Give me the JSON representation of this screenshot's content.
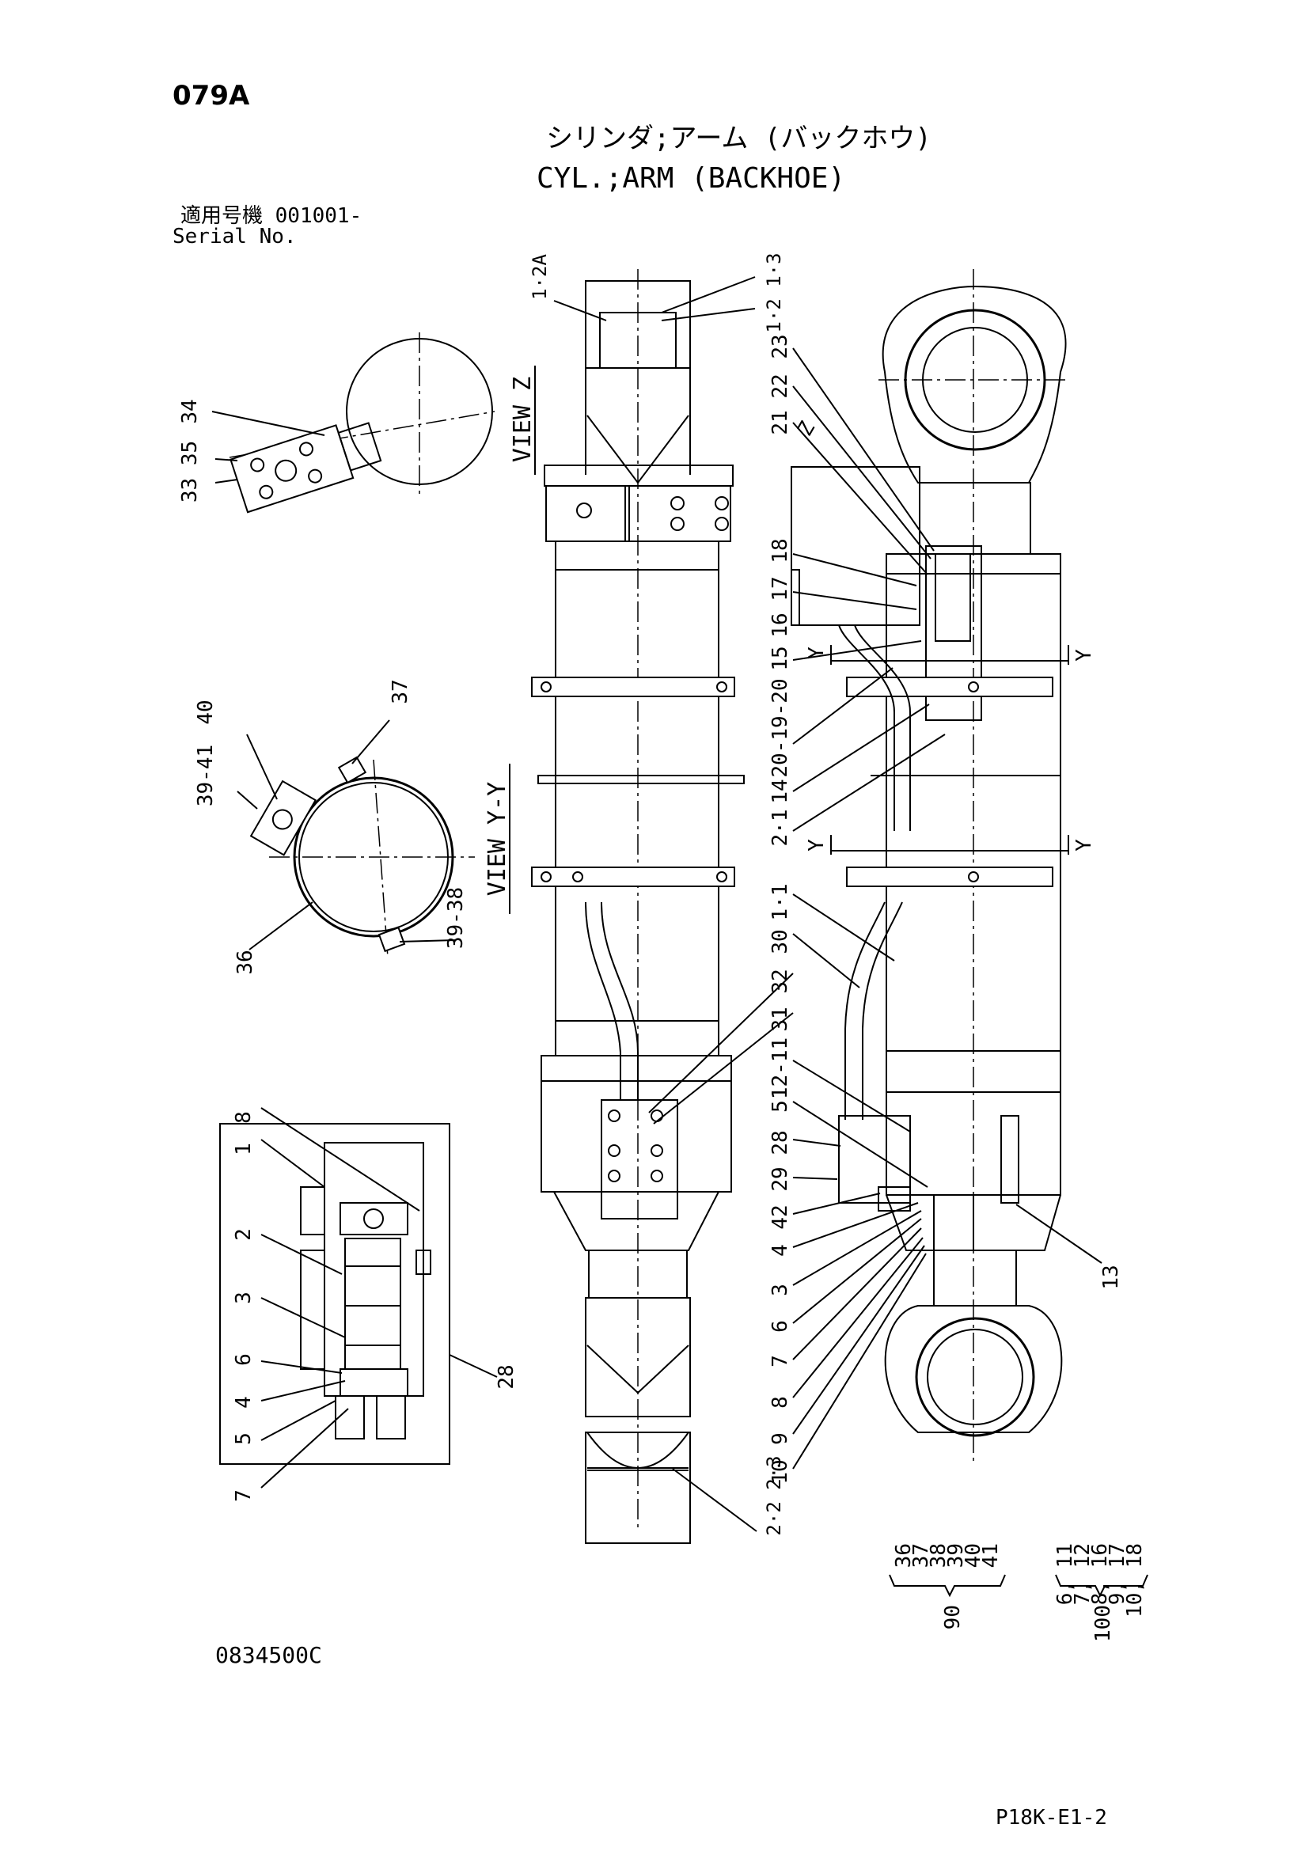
{
  "header": {
    "page_code": "079A",
    "title_jp": "シリンダ;アーム (バックホウ)",
    "title_en": "CYL.;ARM (BACKHOE)",
    "serial_label_jp": "適用号機 001001-",
    "serial_label_en": "Serial No."
  },
  "views": {
    "view_z": "VIEW Z",
    "view_yy": "VIEW Y-Y",
    "section_marks": [
      "Y",
      "Y",
      "Y",
      "Y"
    ],
    "z_mark": "Z"
  },
  "callouts": {
    "view_z_detail": [
      "34",
      "33 35",
      "33"
    ],
    "view_yy_detail": [
      "40",
      "39-41",
      "37",
      "36",
      "39-38"
    ],
    "inset_detail": [
      "8",
      "1",
      "2",
      "3",
      "6",
      "4",
      "5",
      "7",
      "28"
    ],
    "top_view": [
      "1·2A",
      "1·2 1·3",
      "2·2 2·3"
    ],
    "side_view": [
      "23",
      "22",
      "21",
      "18",
      "17",
      "16",
      "15",
      "20-19-20",
      "14",
      "2·1",
      "1·1",
      "30",
      "32",
      "31",
      "12-11",
      "5",
      "28",
      "29",
      "42",
      "4",
      "3",
      "6",
      "7",
      "8",
      "9",
      "10",
      "13"
    ]
  },
  "kits": {
    "kit_90": {
      "number": "90",
      "parts": [
        "36",
        "37",
        "38",
        "39",
        "40",
        "41"
      ]
    },
    "kit_100": {
      "number": "100",
      "parts": [
        "6, 11",
        "7, 12",
        "8, 16",
        "9, 17",
        "10, 18"
      ]
    }
  },
  "footer": {
    "drawing_number": "0834500C",
    "page_reference": "P18K-E1-2"
  }
}
